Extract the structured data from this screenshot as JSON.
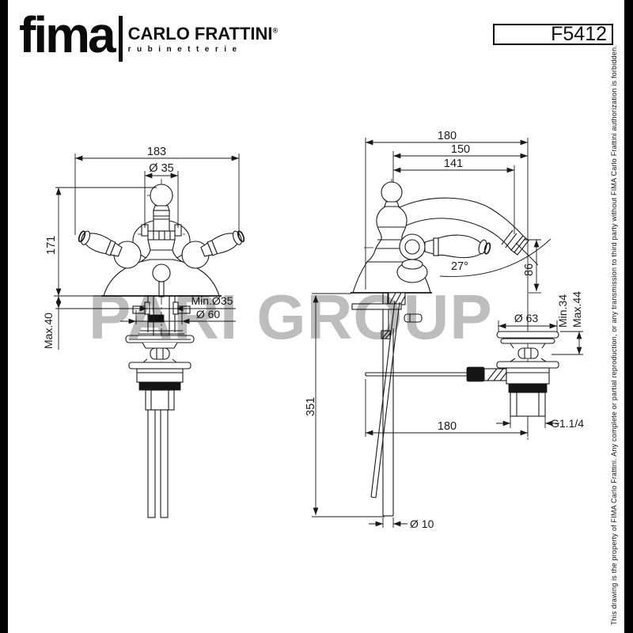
{
  "header": {
    "logo_primary": "fima",
    "logo_secondary": "CARLO FRATTINI",
    "logo_registered": "®",
    "logo_tagline": "rubinetterie",
    "product_code": "F5412"
  },
  "watermark": "PARI GROUP",
  "side_note": "This drawing is the property of FIMA Carlo Frattini. Any complete or partial reproduction, or any transmission to third party without FIMA Carlo Frattini authorization is forbidden.",
  "front_view": {
    "dim_width": "183",
    "dim_knob_diameter": "Ø 35",
    "dim_height": "171",
    "dim_min_hole": "Min.Ø35",
    "dim_escutcheon_diameter": "Ø 60",
    "dim_deck_max": "Max.40"
  },
  "side_view": {
    "dim_depth": "180",
    "dim_reach_outer": "150",
    "dim_reach_inner": "141",
    "dim_spout_angle": "27°",
    "dim_spout_height": "86",
    "dim_drain_flange": "Ø 63",
    "dim_deck_min": "Min.34",
    "dim_deck_max": "Max.44",
    "dim_under_height": "351",
    "dim_drain_offset": "180",
    "dim_drain_thread": "G1.1/4",
    "dim_pipe_diameter": "Ø 10"
  },
  "colors": {
    "line": "#1a1a1a",
    "watermark": "#bdbdbd",
    "frame": "#000000"
  }
}
